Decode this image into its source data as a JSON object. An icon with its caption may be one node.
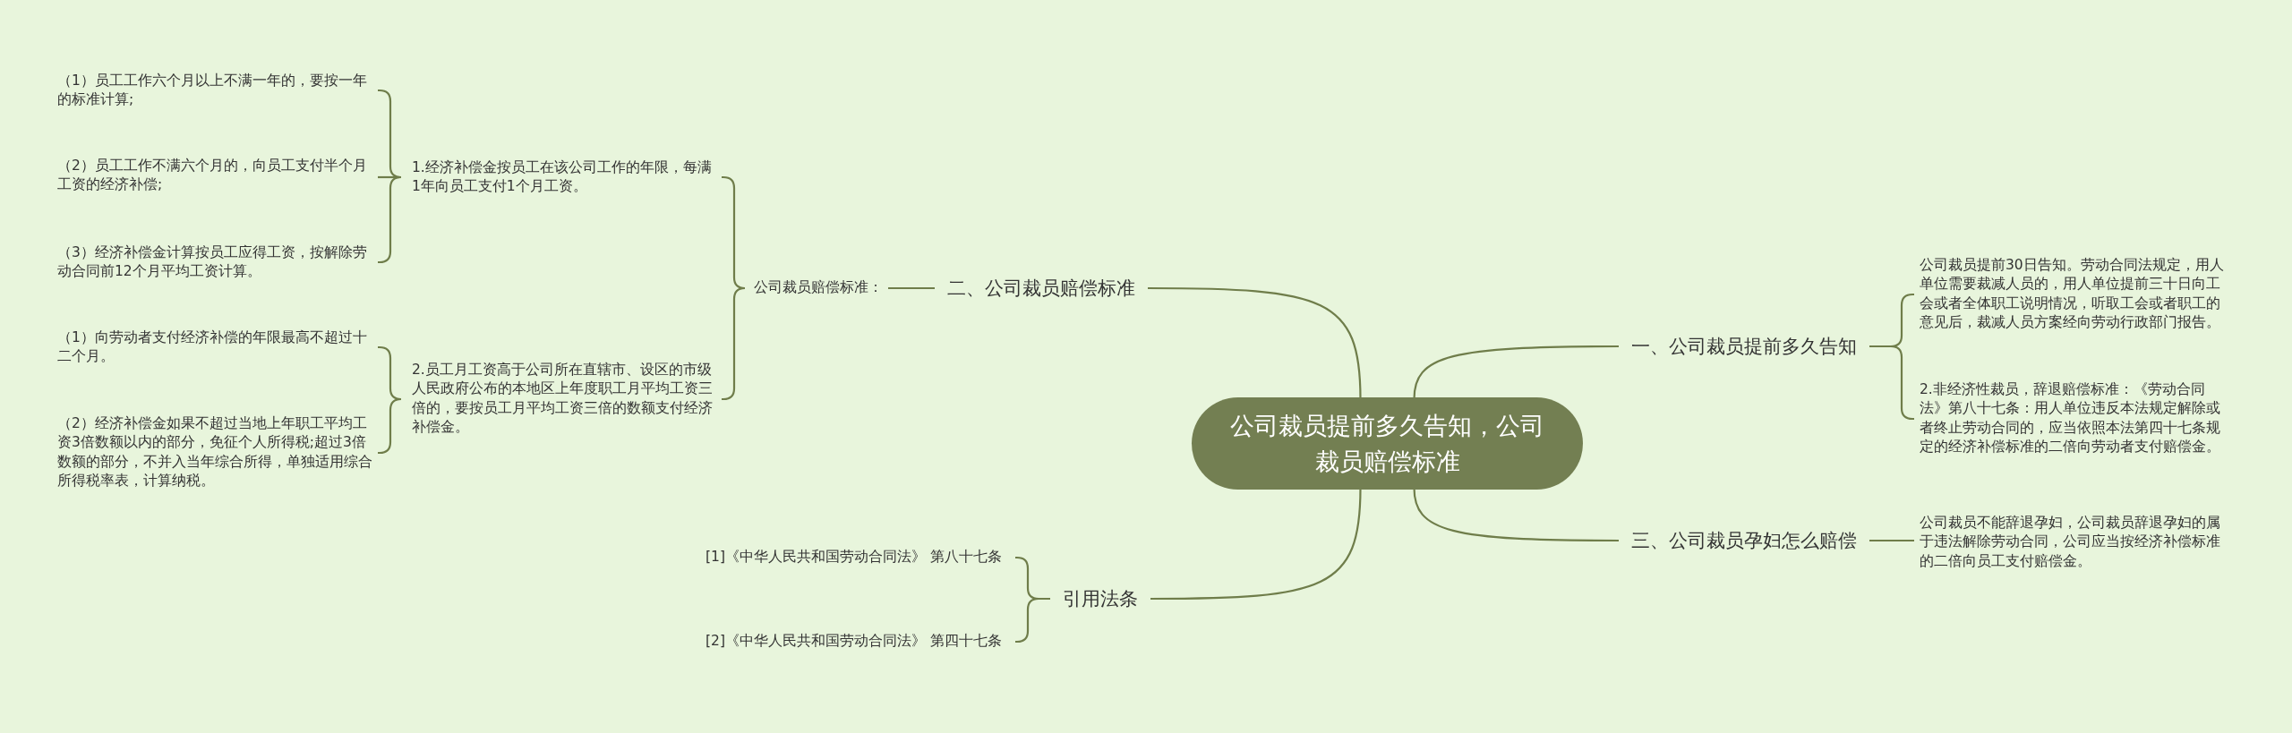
{
  "diagram": {
    "nodes": [
      {
        "text": [
          "公司裁员提前多久告知，公司裁员赔偿标准"
        ]
      },
      {
        "text": [
          "一、公司裁员提前多久告知"
        ]
      },
      {
        "text": [
          "公司裁员提前30日告知。劳动合同法规定，用人单位需要裁减人员的，用人单位提前三十日向工会或者全体职工说明情况，听取工会或者职工的意见后，裁减人员方案经向劳动行政部门报告。"
        ]
      },
      {
        "text": [
          "2.非经济性裁员，辞退赔偿标准：《劳动合同法》第八十七条：用人单位违反本法规定解除或者终止劳动合同的，应当依照本法第四十七条规定的经济补偿标准的二倍向劳动者支付赔偿金。"
        ]
      },
      {
        "text": [
          "三、公司裁员孕妇怎么赔偿"
        ]
      },
      {
        "text": [
          "公司裁员不能辞退孕妇，公司裁员辞退孕妇的属于违法解除劳动合同，公司应当按经济补偿标准的二倍向员工支付赔偿金。"
        ]
      },
      {
        "text": [
          "二、公司裁员赔偿标准"
        ]
      },
      {
        "text": [
          "公司裁员赔偿标准："
        ]
      },
      {
        "text": [
          "1.经济补偿金按员工在该公司工作的年限，每满1年向员工支付1个月工资。"
        ]
      },
      {
        "text": [
          "2.员工月工资高于公司所在直辖市、设区的市级人民政府公布的本地区上年度职工月平均工资三倍的，要按员工月平均工资三倍的数额支付经济补偿金。"
        ]
      },
      {
        "text": [
          "（1）员工工作六个月以上不满一年的，要按一年的标准计算;"
        ]
      },
      {
        "text": [
          "（2）员工工作不满六个月的，向员工支付半个月工资的经济补偿;"
        ]
      },
      {
        "text": [
          "（3）经济补偿金计算按员工应得工资，按解除劳动合同前12个月平均工资计算。"
        ]
      },
      {
        "text": [
          "（1）向劳动者支付经济补偿的年限最高不超过十二个月。"
        ]
      },
      {
        "text": [
          "（2）经济补偿金如果不超过当地上年职工平均工资3倍数额以内的部分，免征个人所得税;超过3倍数额的部分，不并入当年综合所得，单独适用综合所得税率表，计算纳税。"
        ]
      },
      {
        "text": [
          "引用法条"
        ]
      },
      {
        "text": [
          "[1]《中华人民共和国劳动合同法》 第八十七条"
        ]
      },
      {
        "text": [
          "[2]《中华人民共和国劳动合同法》 第四十七条"
        ]
      }
    ],
    "edges": [
      {
        "from": 0,
        "to": 1,
        "arrow": "none"
      },
      {
        "from": 1,
        "to": 2,
        "arrow": "none"
      },
      {
        "from": 1,
        "to": 3,
        "arrow": "none"
      },
      {
        "from": 0,
        "to": 4,
        "arrow": "none"
      },
      {
        "from": 4,
        "to": 5,
        "arrow": "none"
      },
      {
        "from": 0,
        "to": 6,
        "arrow": "none"
      },
      {
        "from": 6,
        "to": 7,
        "arrow": "none"
      },
      {
        "from": 7,
        "to": 8,
        "arrow": "none"
      },
      {
        "from": 7,
        "to": 9,
        "arrow": "none"
      },
      {
        "from": 8,
        "to": 10,
        "arrow": "none"
      },
      {
        "from": 8,
        "to": 11,
        "arrow": "none"
      },
      {
        "from": 8,
        "to": 12,
        "arrow": "none"
      },
      {
        "from": 9,
        "to": 13,
        "arrow": "none"
      },
      {
        "from": 9,
        "to": 14,
        "arrow": "none"
      },
      {
        "from": 0,
        "to": 15,
        "arrow": "none"
      },
      {
        "from": 15,
        "to": 16,
        "arrow": "none"
      },
      {
        "from": 15,
        "to": 17,
        "arrow": "none"
      }
    ]
  }
}
